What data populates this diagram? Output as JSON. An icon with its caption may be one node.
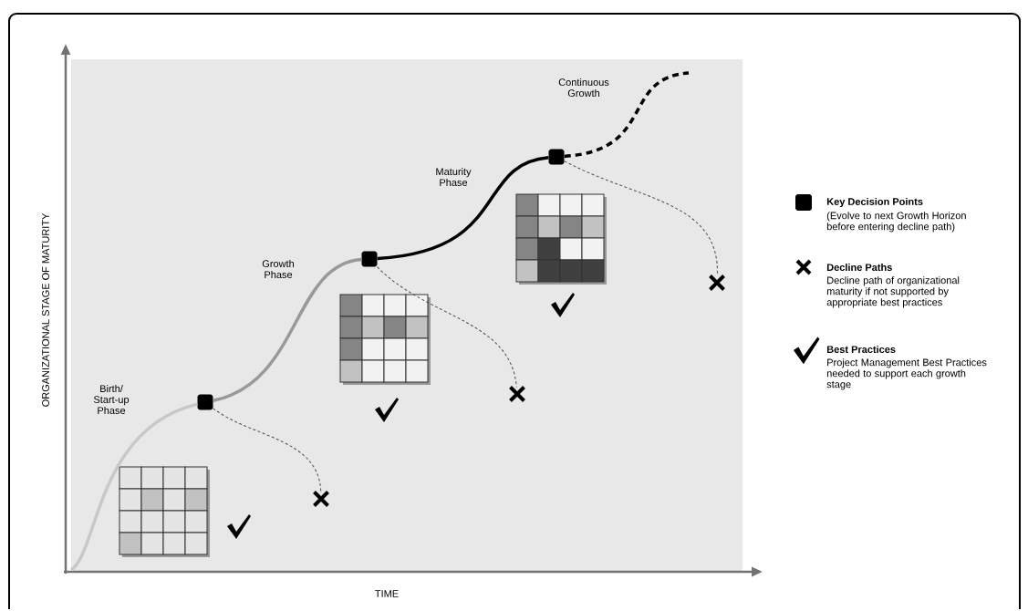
{
  "diagram": {
    "nodes": [
      {
        "text": [],
        "shape": "box"
      },
      {
        "text": [],
        "shape": "box"
      },
      {
        "text": [],
        "shape": "box"
      },
      {
        "text": [],
        "shape": "cross"
      },
      {
        "text": [],
        "shape": "cross"
      },
      {
        "text": [],
        "shape": "cross"
      }
    ],
    "edges": [
      {
        "from": 0,
        "to": 3,
        "arrow": "none",
        "style": "dashed"
      },
      {
        "from": 1,
        "to": 4,
        "arrow": "none",
        "style": "dashed"
      },
      {
        "from": 2,
        "to": 5,
        "arrow": "none",
        "style": "dashed"
      },
      {
        "from": null,
        "to": 0,
        "arrow": "none",
        "color": "#c8c8c8"
      },
      {
        "from": 0,
        "to": 1,
        "arrow": "none",
        "color": "#999999"
      },
      {
        "from": 1,
        "to": 2,
        "arrow": "none",
        "color": "#000000"
      },
      {
        "from": 2,
        "to": null,
        "arrow": "none",
        "style": "dashed",
        "color": "#000000"
      }
    ],
    "labels": [
      "Continuous Growth",
      "Maturity Phase",
      "Growth Phase",
      "Birth/ Start-up Phase",
      "ORGANIZATIONAL STAGE OF MATURITY",
      "TIME",
      "(Evolve to next Growth Horizon before entering decline path)",
      "Decline path of organizational maturity if not supported by appropriate best practices",
      "Project Management Best Practices needed to support each growth stage"
    ],
    "legend": [
      {
        "text": "Key Decision Points"
      },
      {
        "text": "Decline Paths"
      },
      {
        "text": "Best Practices"
      }
    ]
  }
}
